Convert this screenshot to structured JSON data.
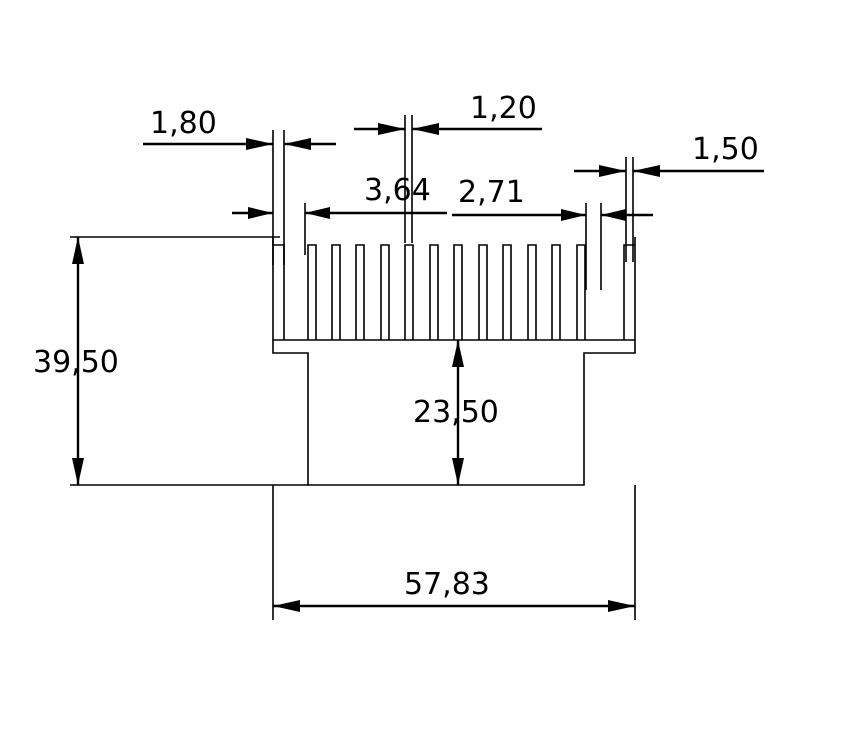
{
  "dimensions": {
    "base_width": "1,80",
    "fin_width": "1,20",
    "edge_fin_width": "1,50",
    "fin_gap_a": "3,64",
    "fin_gap_b": "2,71",
    "total_height": "39,50",
    "base_height": "23,50",
    "total_width": "57,83"
  },
  "colors": {
    "line": "#000000",
    "background": "#ffffff"
  }
}
